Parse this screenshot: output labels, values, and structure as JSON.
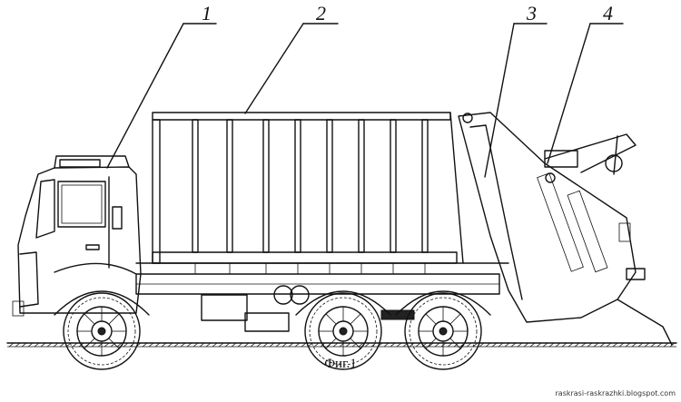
{
  "figure": {
    "caption": "Фиг.1",
    "watermark": "raskrasi-raskrazhki.blogspot.com"
  },
  "callouts": [
    {
      "id": "1",
      "label": "1"
    },
    {
      "id": "2",
      "label": "2"
    },
    {
      "id": "3",
      "label": "3"
    },
    {
      "id": "4",
      "label": "4"
    }
  ],
  "colors": {
    "line": "#111111",
    "background": "#ffffff"
  }
}
